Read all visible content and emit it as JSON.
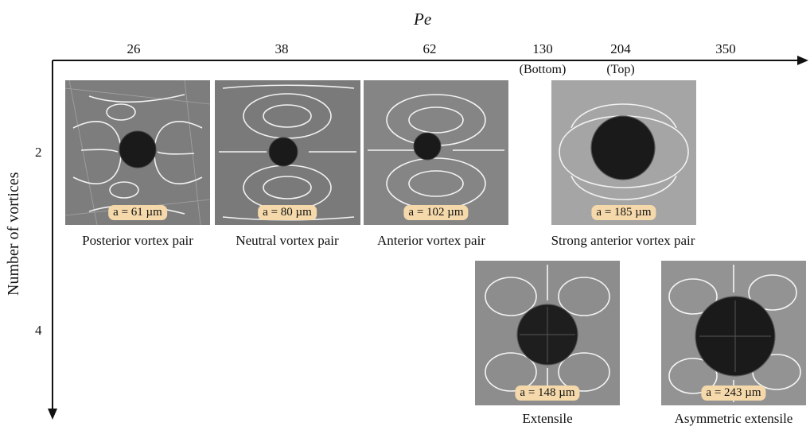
{
  "axes": {
    "x_title": "Pe",
    "y_title": "Number of vortices",
    "x_ticks": [
      "26",
      "38",
      "62",
      "130",
      "204",
      "350"
    ],
    "x_subticks": [
      "(Bottom)",
      "(Top)"
    ],
    "y_ticks": [
      "2",
      "4"
    ]
  },
  "panels": [
    {
      "radius_label": "a = 61 µm",
      "caption": "Posterior vortex pair"
    },
    {
      "radius_label": "a = 80 µm",
      "caption": "Neutral vortex pair"
    },
    {
      "radius_label": "a = 102 µm",
      "caption": "Anterior vortex pair"
    },
    {
      "radius_label": "a = 185 µm",
      "caption": "Strong anterior vortex pair"
    },
    {
      "radius_label": "a = 148 µm",
      "caption": "Extensile"
    },
    {
      "radius_label": "a = 243 µm",
      "caption": "Asymmetric extensile"
    }
  ],
  "colors": {
    "badge": "#f5d9ab",
    "streamline": "#ffffff",
    "droplet": "#1a1a1a"
  }
}
